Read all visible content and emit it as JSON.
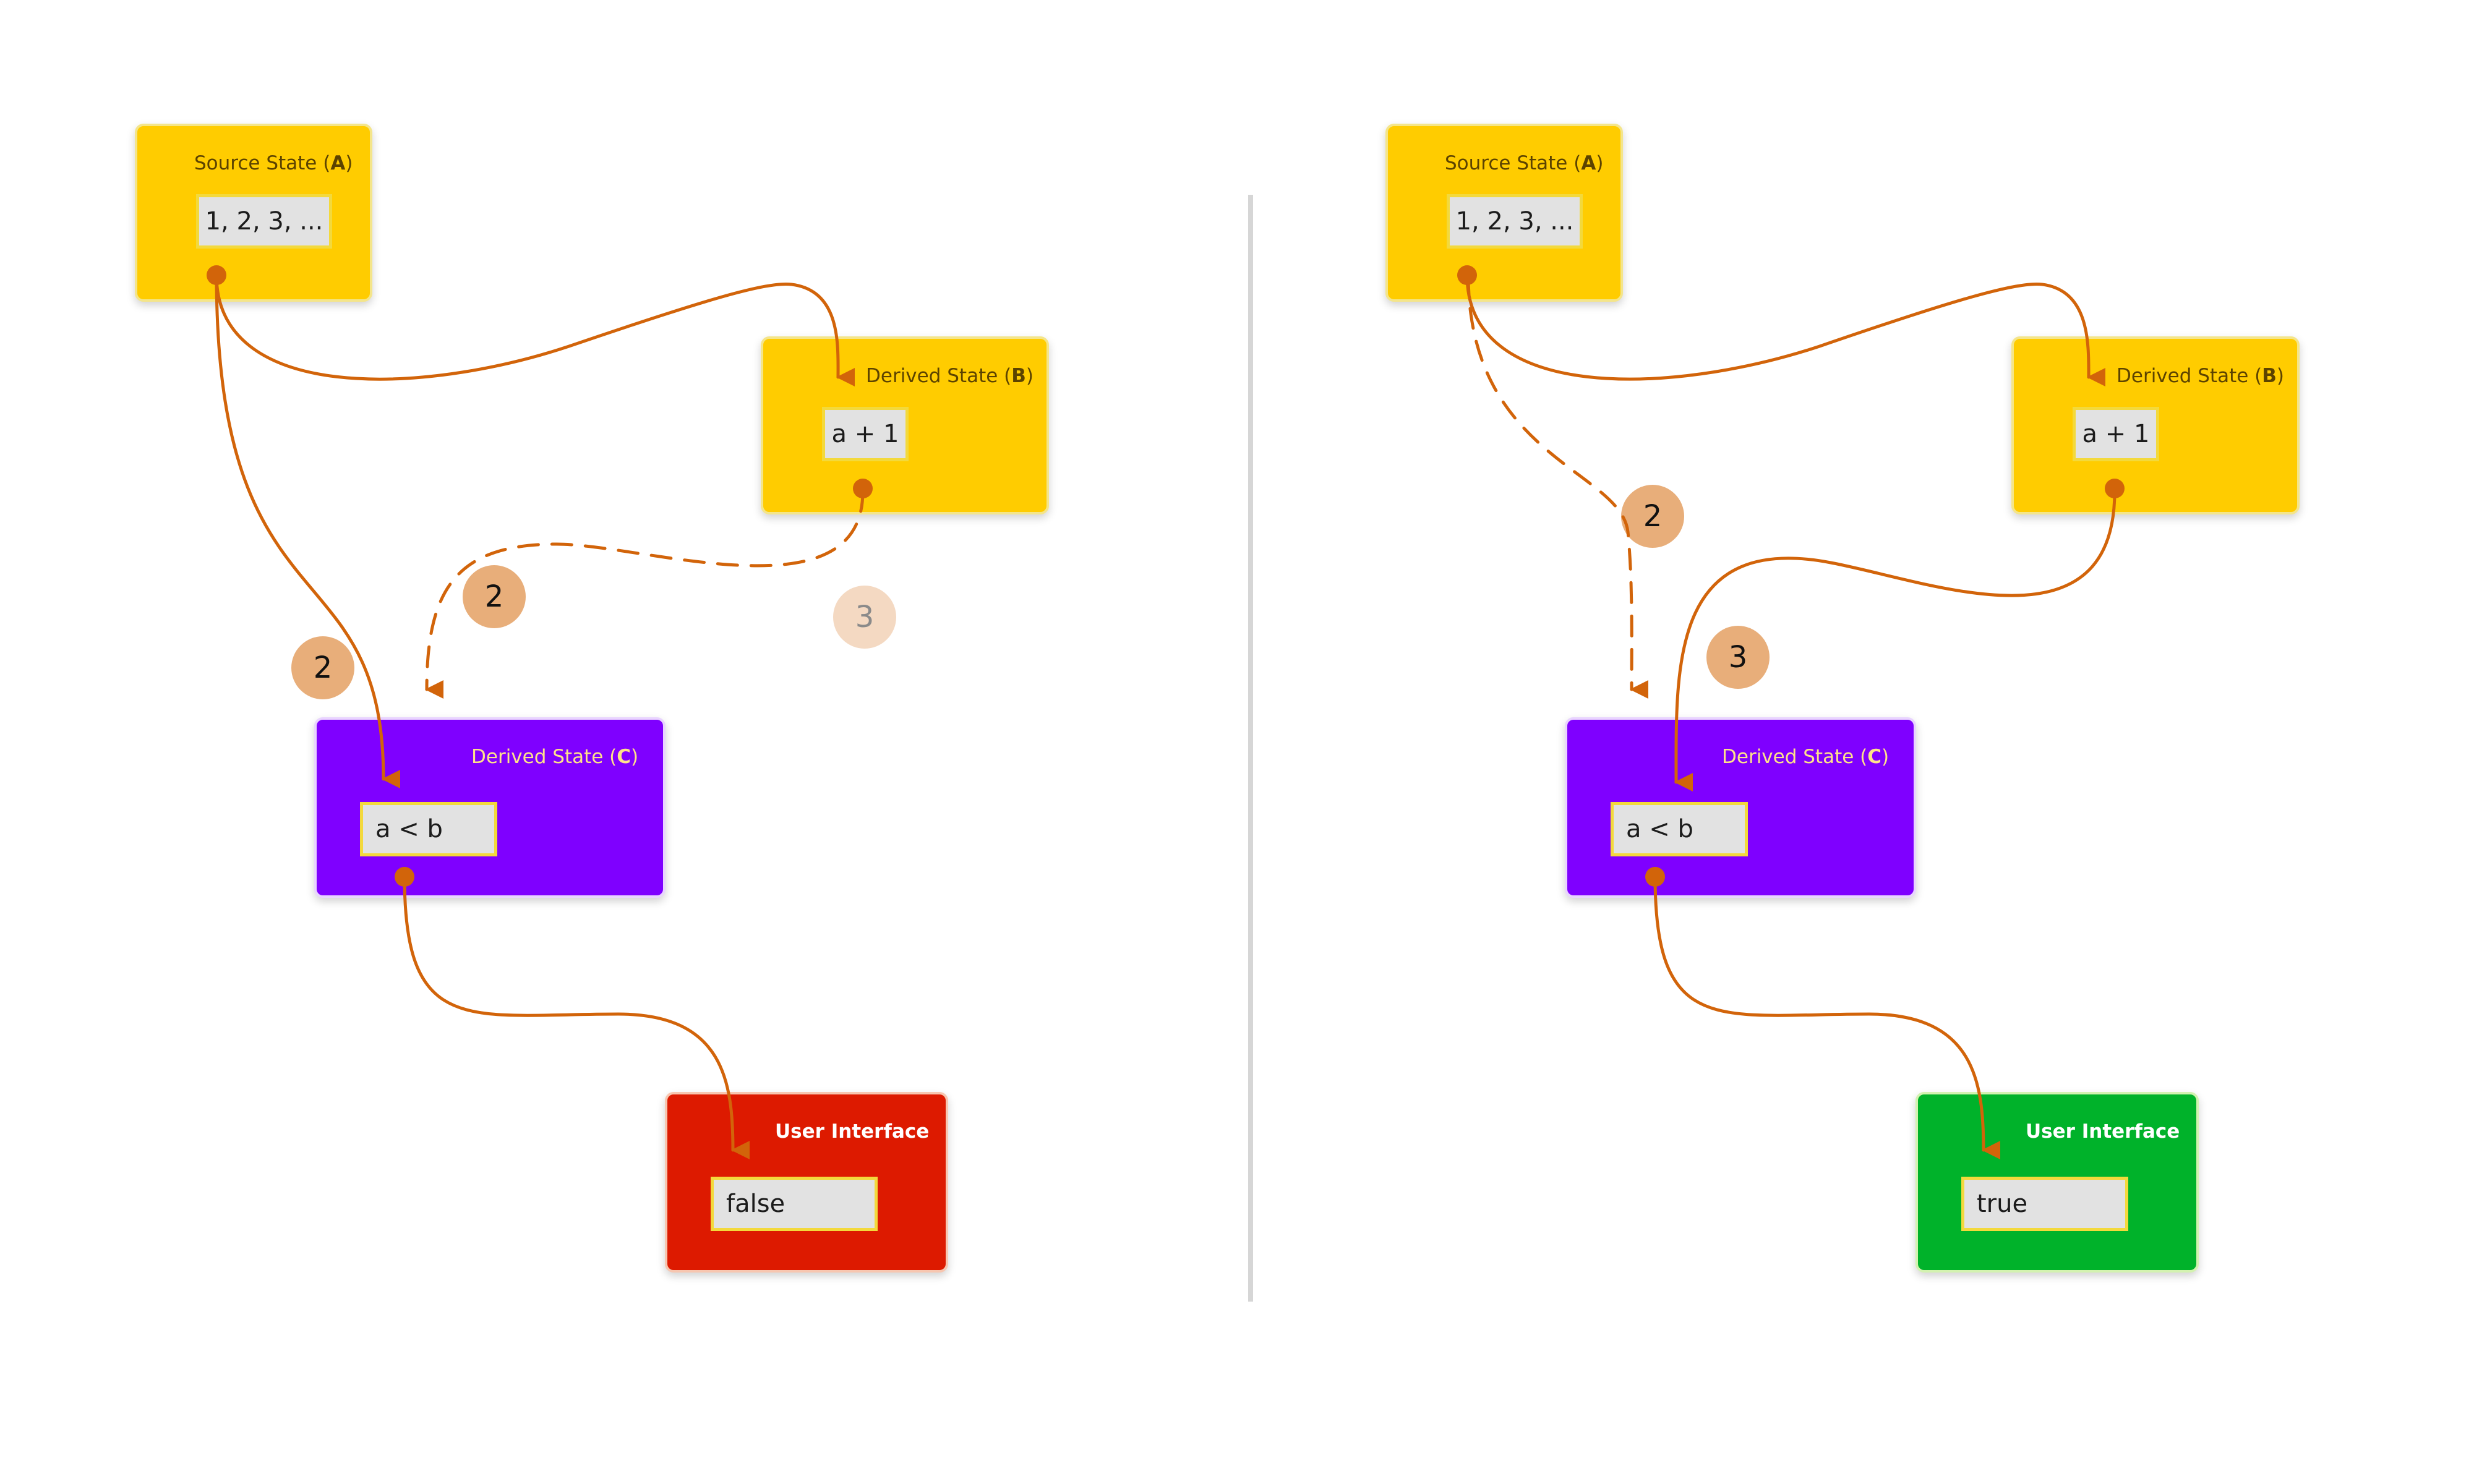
{
  "panels": [
    {
      "source": {
        "title_prefix": "Source State (",
        "title_letter": "A",
        "title_suffix": ")",
        "value": "1, 2, 3, ..."
      },
      "derived_b": {
        "title_prefix": "Derived State (",
        "title_letter": "B",
        "title_suffix": ")",
        "value": "a + 1"
      },
      "derived_c": {
        "title_prefix": "Derived State (",
        "title_letter": "C",
        "title_suffix": ")",
        "value": "a < b"
      },
      "ui": {
        "title": "User Interface",
        "value": "false",
        "color": "#dd1a00"
      },
      "badges": [
        "2",
        "2",
        "3"
      ]
    },
    {
      "source": {
        "title_prefix": "Source State (",
        "title_letter": "A",
        "title_suffix": ")",
        "value": "1, 2, 3, ..."
      },
      "derived_b": {
        "title_prefix": "Derived State (",
        "title_letter": "B",
        "title_suffix": ")",
        "value": "a + 1"
      },
      "derived_c": {
        "title_prefix": "Derived State (",
        "title_letter": "C",
        "title_suffix": ")",
        "value": "a < b"
      },
      "ui": {
        "title": "User Interface",
        "value": "true",
        "color": "#00b22a"
      },
      "badges": [
        "2",
        "3"
      ]
    }
  ],
  "colors": {
    "source": "#ffcc00",
    "derived_c": "#7f00ff",
    "edge": "#d2640a",
    "badge": "#e8ae7a"
  }
}
